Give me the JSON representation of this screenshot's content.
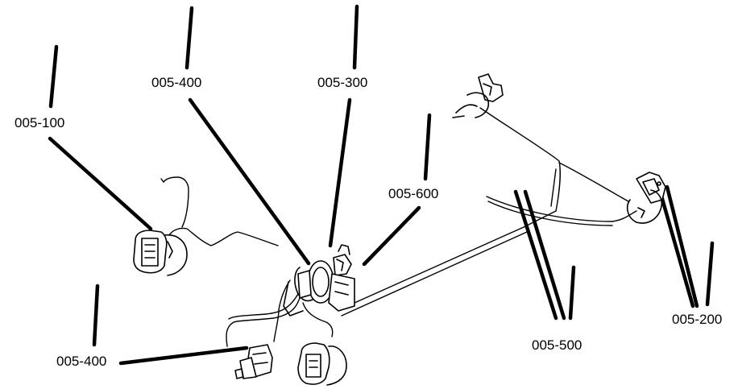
{
  "callouts": [
    {
      "id": "caliper-front-left",
      "text": "005-100"
    },
    {
      "id": "caliper-rear-right",
      "text": "005-200"
    },
    {
      "id": "master-cylinder",
      "text": "005-300"
    },
    {
      "id": "booster-line",
      "text": "005-400"
    },
    {
      "id": "rear-line-left",
      "text": "005-400"
    },
    {
      "id": "rear-pipe",
      "text": "005-500"
    },
    {
      "id": "main-pipe",
      "text": "005-600"
    }
  ]
}
